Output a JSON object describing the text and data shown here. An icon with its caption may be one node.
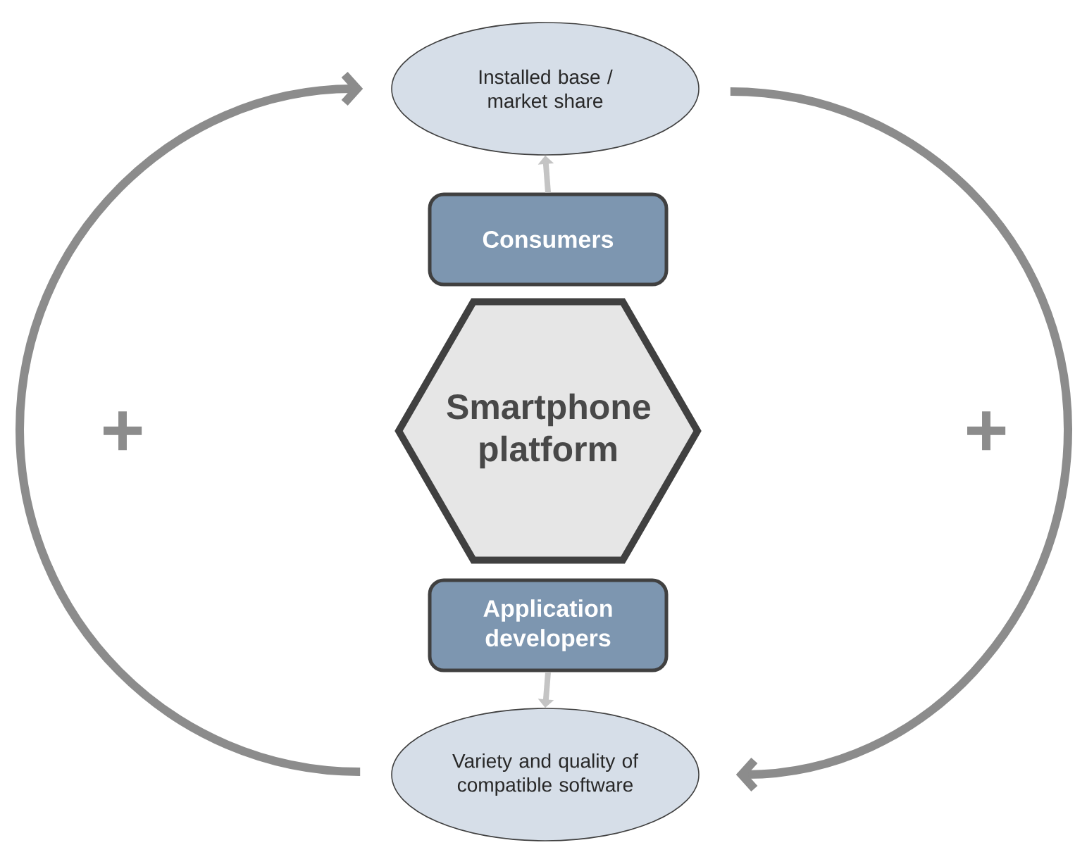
{
  "diagram": {
    "nodes": [
      {
        "text": [
          "Installed base / market share"
        ]
      },
      {
        "text": [
          "Consumers"
        ]
      },
      {
        "text": [
          "Smartphone platform"
        ]
      },
      {
        "text": [
          "Application developers"
        ]
      },
      {
        "text": [
          "Variety and quality of compatible software"
        ]
      }
    ],
    "edges": [
      {
        "from": 1,
        "to": 0,
        "arrow": "to",
        "color": "#c4c4c4"
      },
      {
        "from": 3,
        "to": 4,
        "arrow": "to",
        "color": "#c4c4c4"
      },
      {
        "from": 0,
        "to": 4,
        "arrow": "to"
      },
      {
        "from": 4,
        "to": 0,
        "arrow": "to"
      }
    ],
    "labels": [
      "+",
      "+"
    ]
  }
}
